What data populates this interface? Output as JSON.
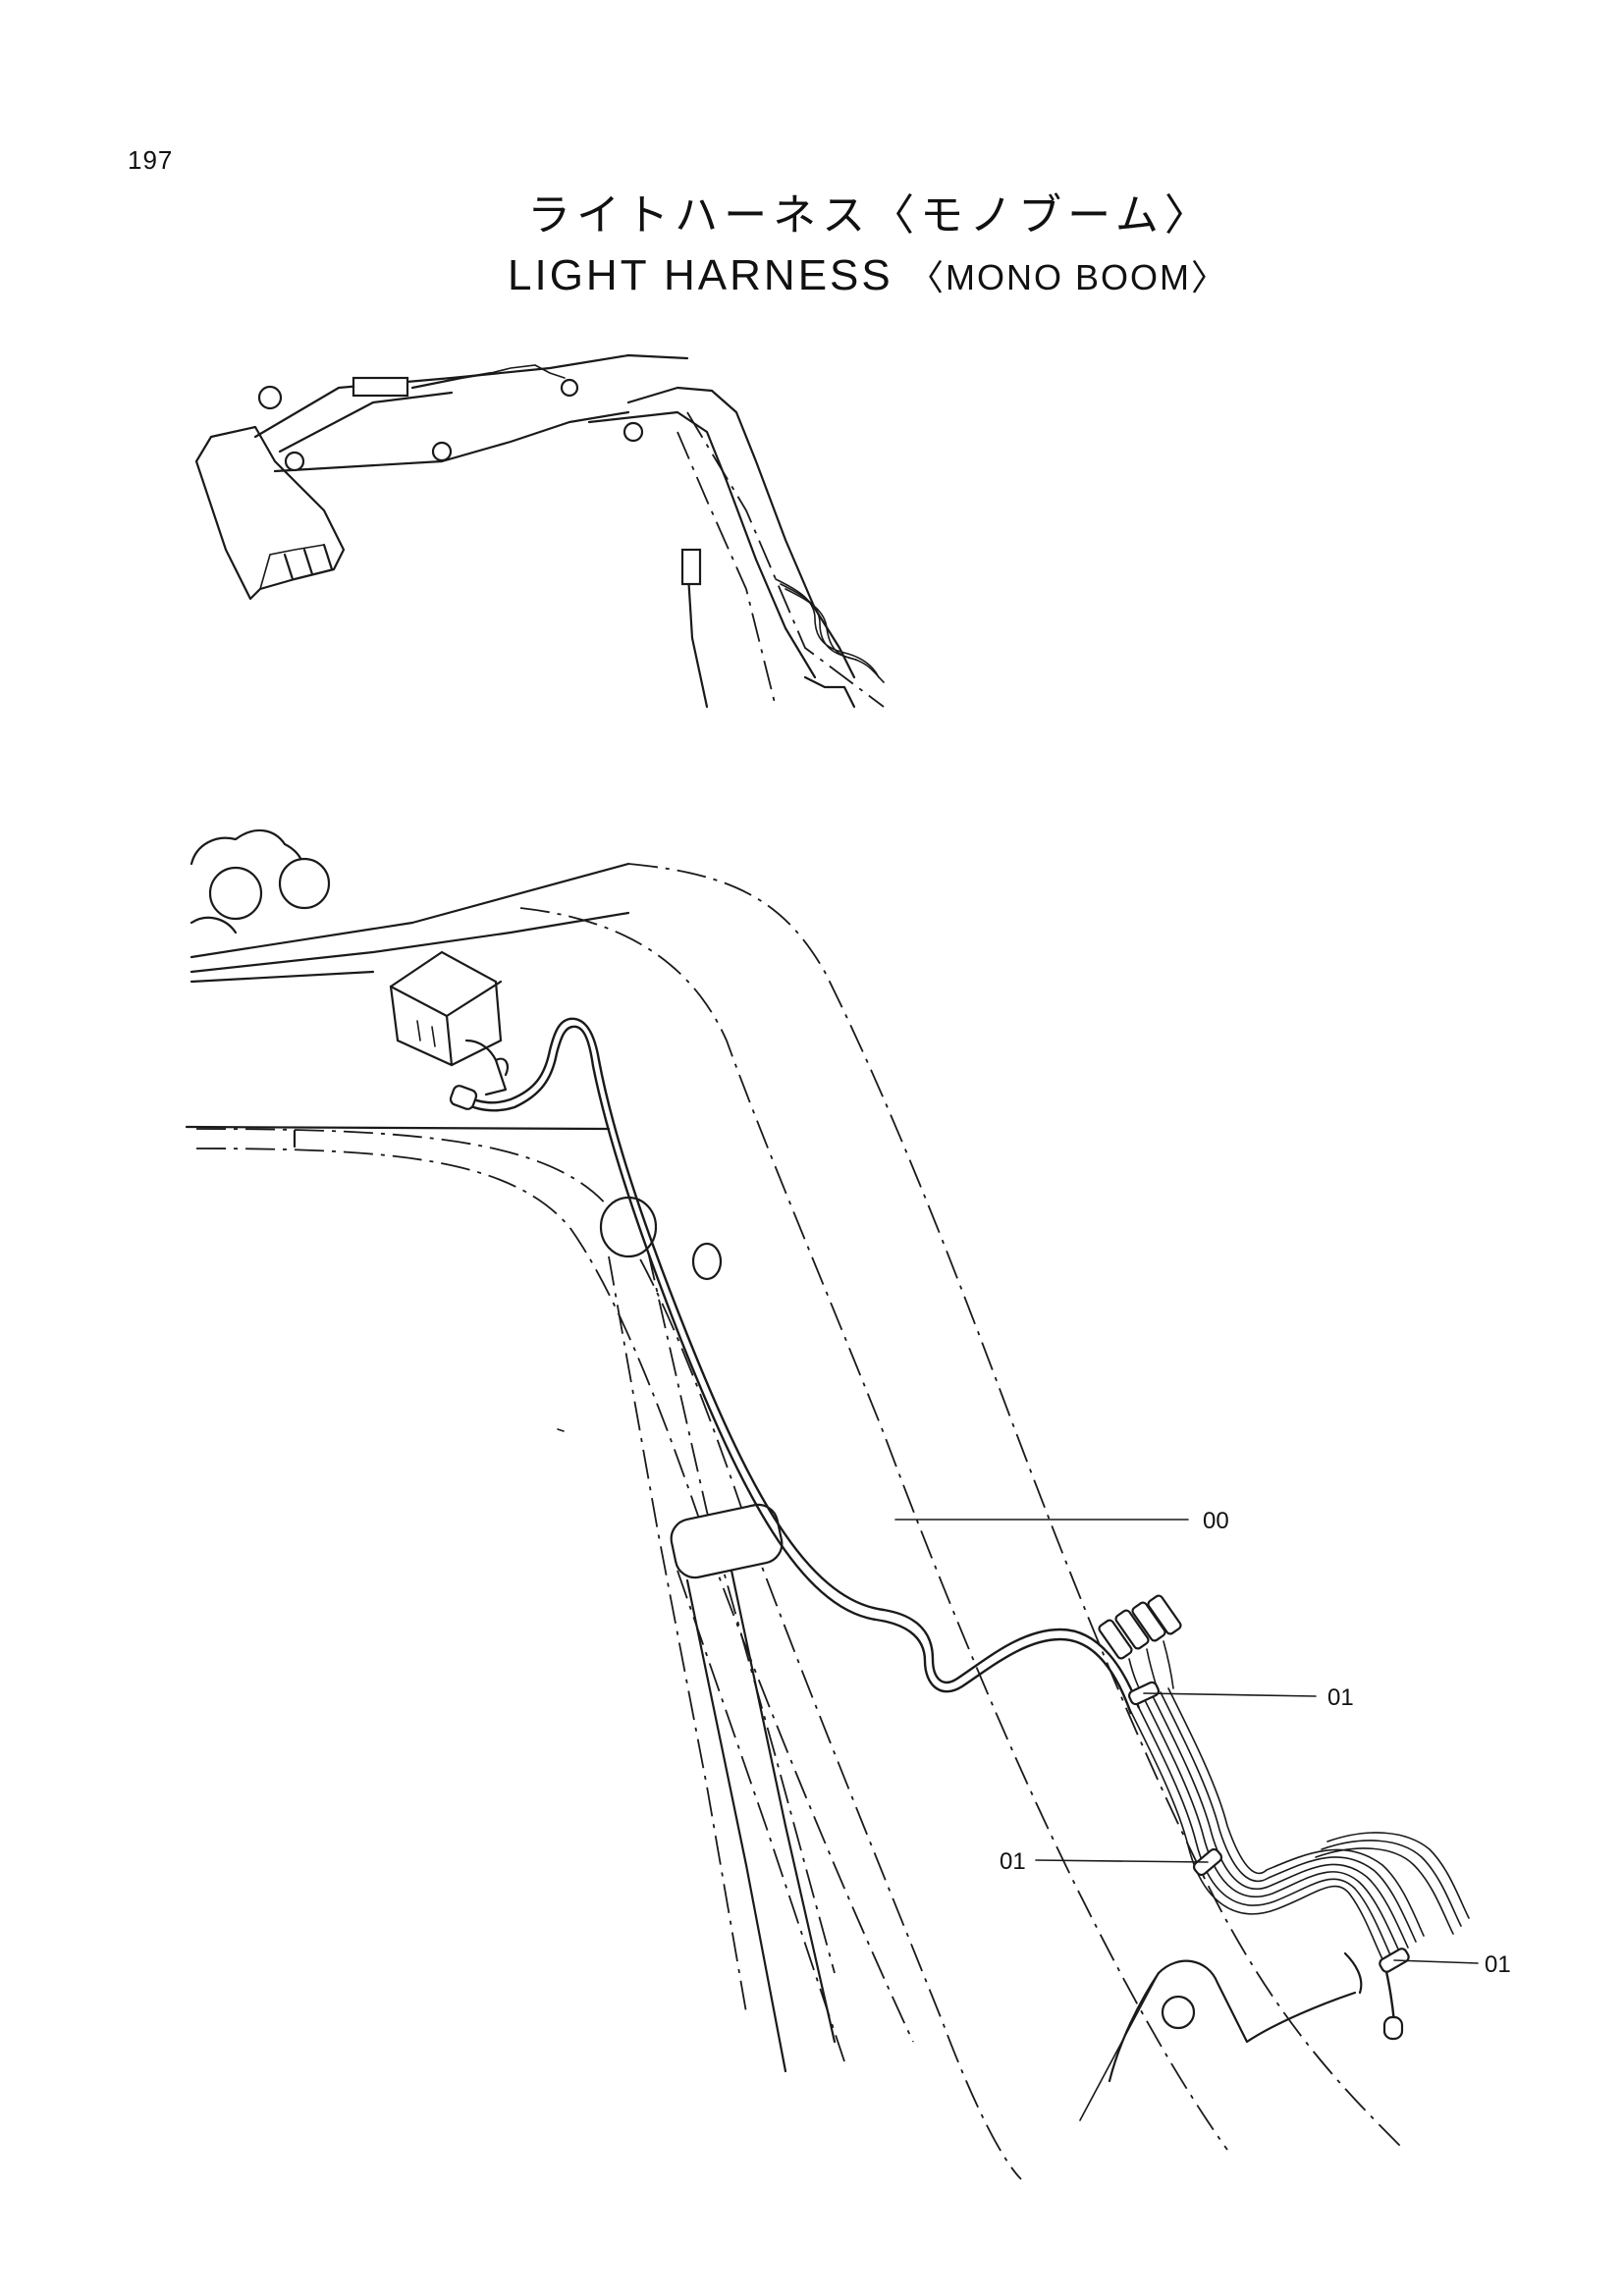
{
  "page": {
    "number": "197",
    "title_ja": "ライトハーネス〈モノブーム〉",
    "title_en_main": "LIGHT  HARNESS",
    "title_en_sub": "〈MONO  BOOM〉"
  },
  "callouts": [
    {
      "id": "c1",
      "label": "00"
    },
    {
      "id": "c2",
      "label": "01"
    },
    {
      "id": "c3",
      "label": "01"
    },
    {
      "id": "c4",
      "label": "01"
    }
  ]
}
